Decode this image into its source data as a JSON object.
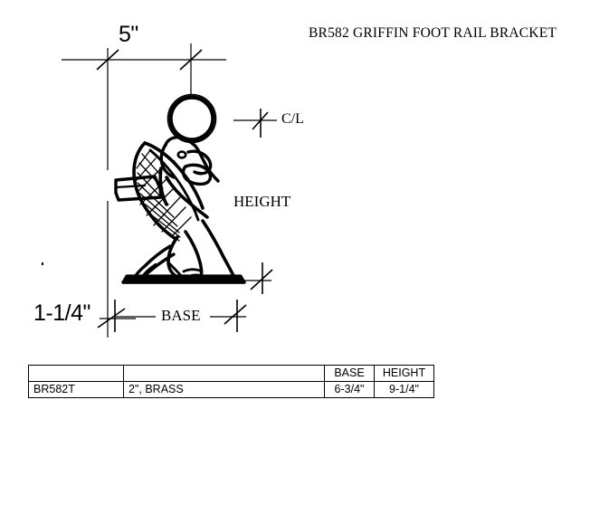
{
  "drawing": {
    "title": "BR582 GRIFFIN FOOT RAIL BRACKET",
    "subject": "griffin-foot-rail-bracket",
    "dimensions": {
      "top_width": "5\"",
      "bottom_offset": "1-1/4\"",
      "centerline": "C/L",
      "height_callout": "HEIGHT",
      "base_callout": "BASE"
    }
  },
  "table": {
    "columns": [
      "",
      "",
      "BASE",
      "HEIGHT"
    ],
    "header": {
      "part": "",
      "description": "",
      "base": "BASE",
      "height": "HEIGHT"
    },
    "rows": [
      {
        "part": "BR582T",
        "description": "2\", BRASS",
        "base": "6-3/4\"",
        "height": "9-1/4\""
      }
    ]
  },
  "colors": {
    "line": "#000000",
    "background": "#ffffff"
  }
}
